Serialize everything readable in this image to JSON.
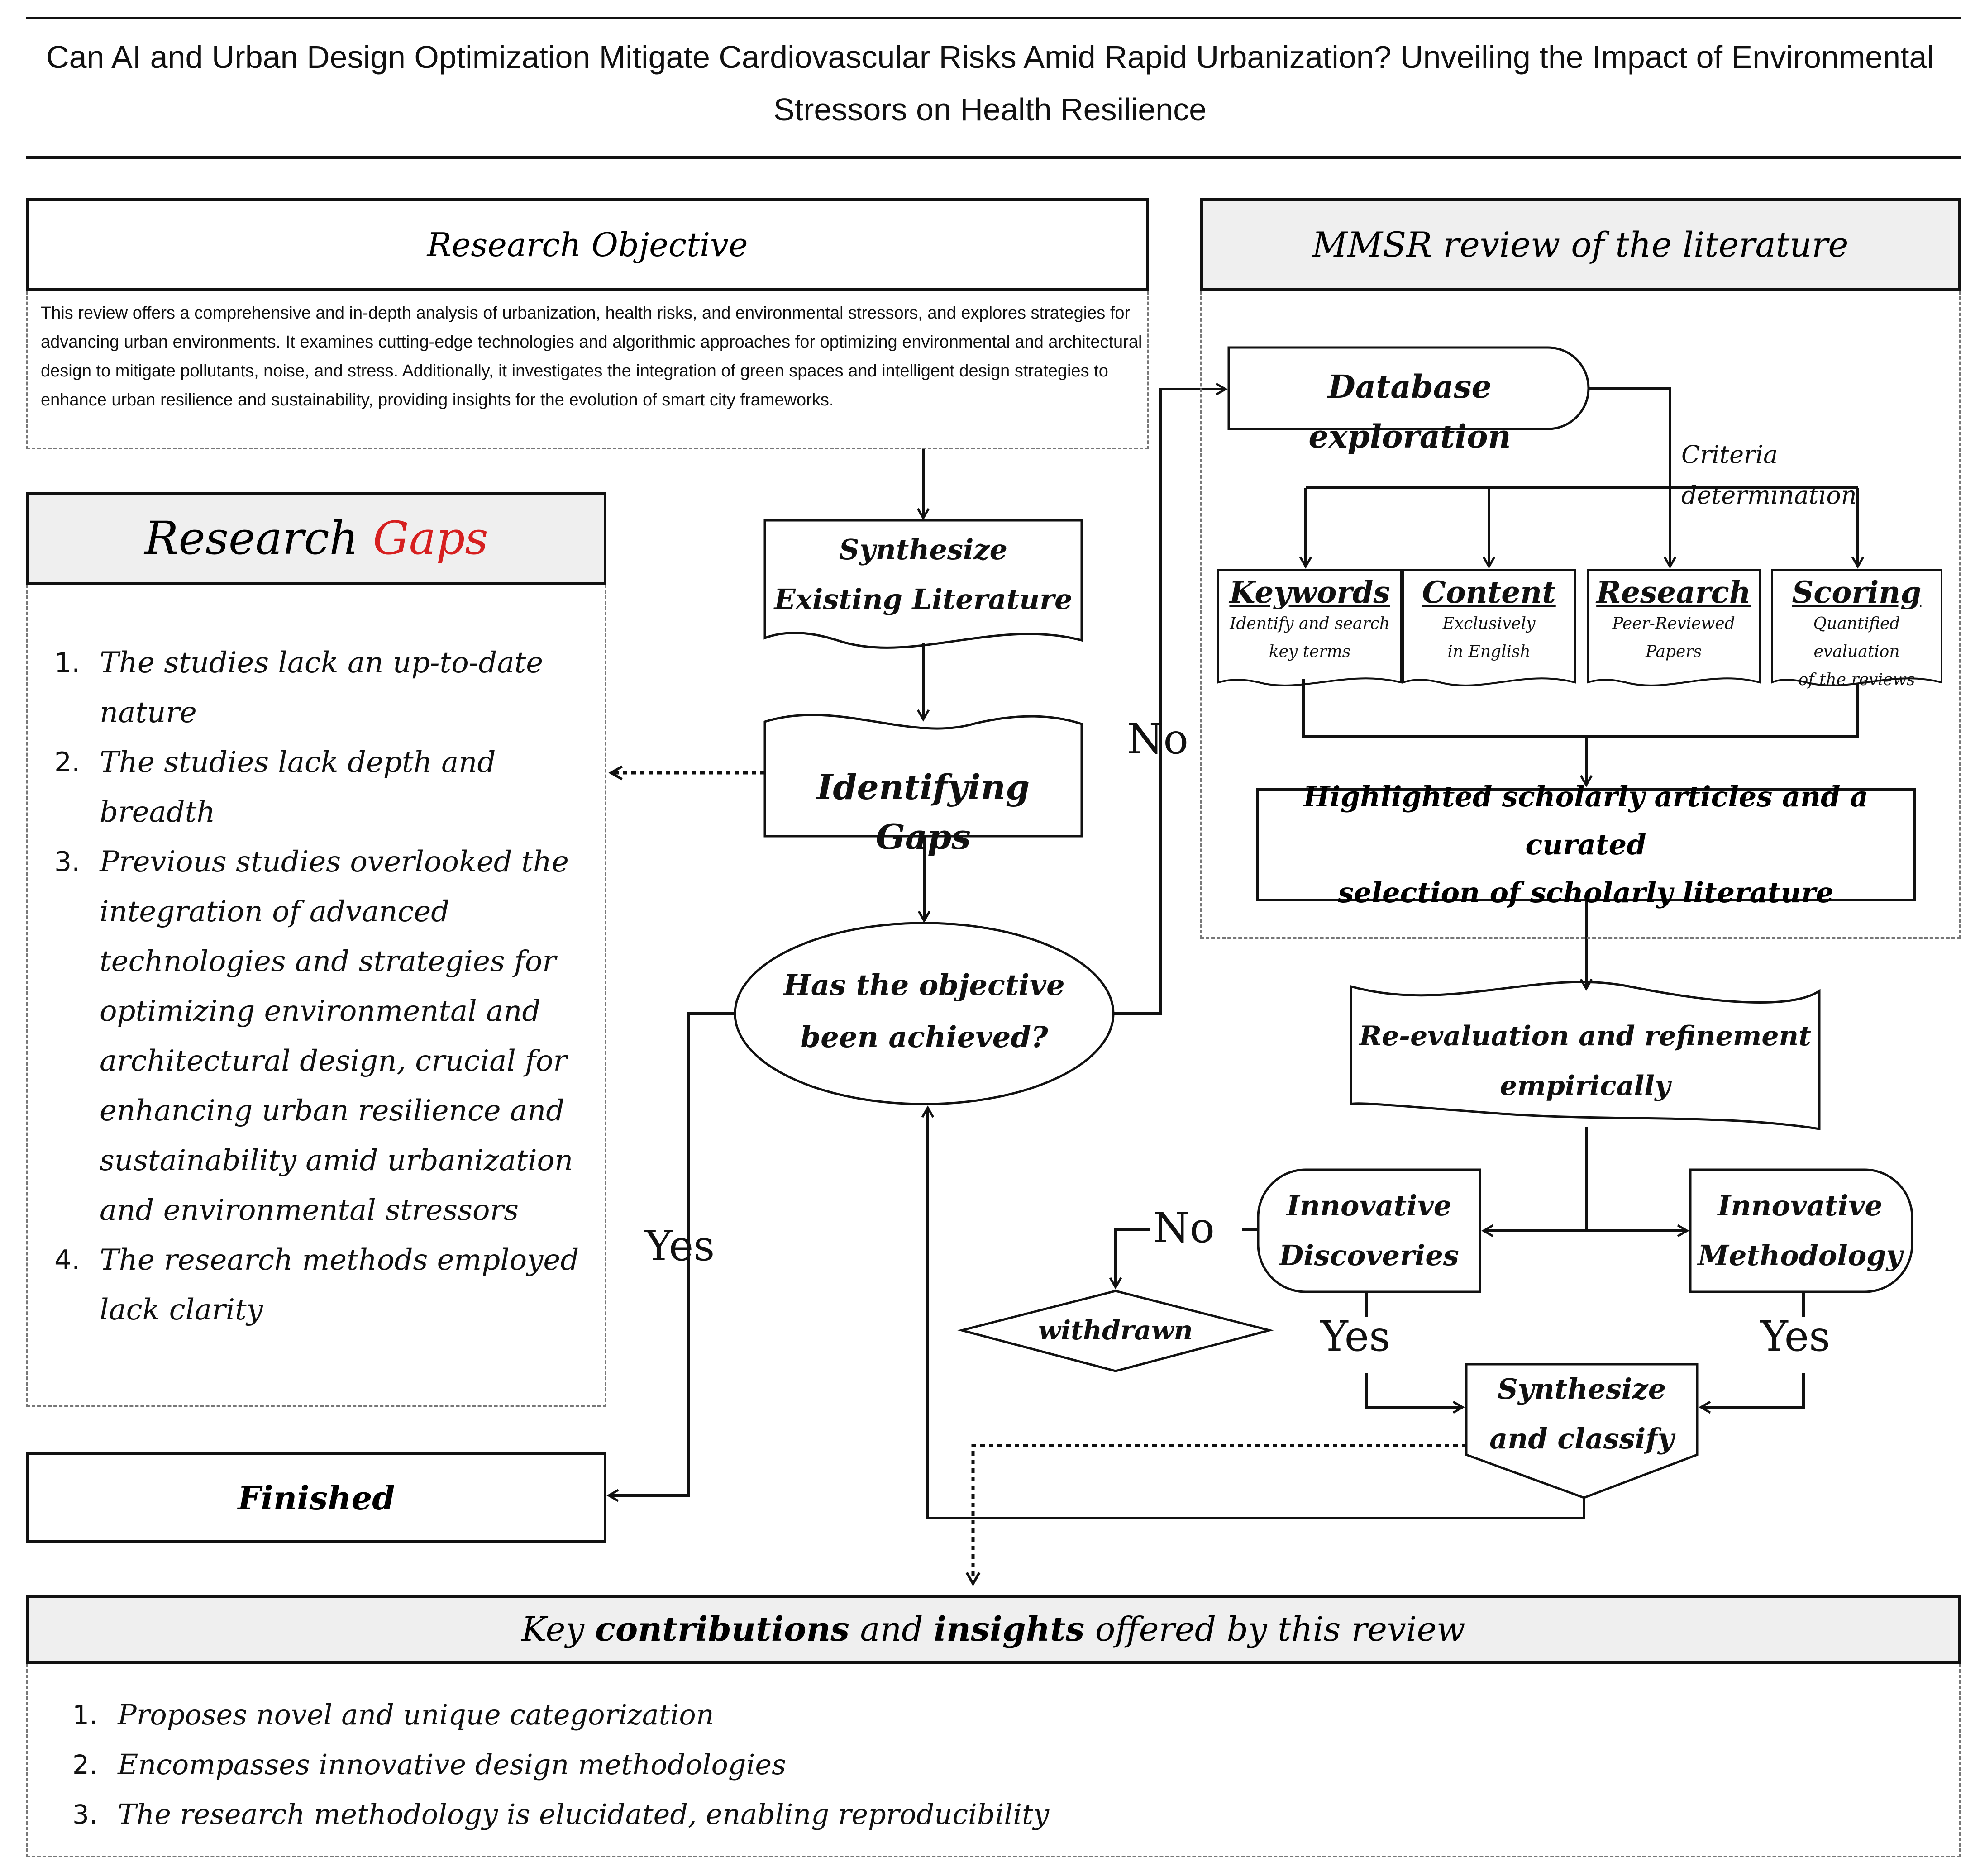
{
  "title": "Can AI and Urban Design Optimization Mitigate Cardiovascular Risks Amid Rapid Urbanization? Unveiling the Impact of Environmental Stressors on Health Resilience",
  "research_objective": {
    "heading": "Research Objective",
    "text": "This review offers a comprehensive and in-depth analysis of urbanization, health risks, and environmental stressors, and explores strategies for advancing urban environments. It examines cutting-edge technologies and algorithmic approaches for optimizing environmental and architectural design to mitigate pollutants, noise, and stress. Additionally, it investigates the integration of green spaces and intelligent design strategies to enhance urban resilience and sustainability, providing insights for the evolution of smart city frameworks."
  },
  "research_gaps": {
    "heading_part1": "Research",
    "heading_part2": "Gaps",
    "heading_part2_color": "#d62020",
    "items": [
      "The studies lack an up-to-date nature",
      "The studies lack depth and breadth",
      "Previous studies overlooked the integration of advanced technologies and strategies for optimizing environmental and architectural design, crucial for enhancing urban resilience and sustainability amid urbanization and environmental stressors",
      "The research methods employed lack clarity"
    ]
  },
  "finished": "Finished",
  "flow": {
    "synthesize_line1": "Synthesize",
    "synthesize_line2": "Existing Literature",
    "identifying_gaps": "Identifying Gaps",
    "decision_line1": "Has the objective",
    "decision_line2": "been achieved?",
    "yes": "Yes",
    "no": "No"
  },
  "mmsr": {
    "heading": "MMSR review of the literature",
    "database": "Database exploration",
    "criteria": "Criteria determination",
    "criteria_items": [
      {
        "title": "Keywords",
        "sub1": "Identify and search",
        "sub2": "key terms"
      },
      {
        "title": "Content",
        "sub1": "Exclusively",
        "sub2": "in English"
      },
      {
        "title": "Research",
        "sub1": "Peer-Reviewed",
        "sub2": "Papers"
      },
      {
        "title": "Scoring",
        "sub1": "Quantified evaluation",
        "sub2": "of the reviews"
      }
    ],
    "highlighted_line1": "Highlighted scholarly articles and a curated",
    "highlighted_line2": "selection of scholarly literature"
  },
  "reeval_line1": "Re-evaluation and refinement",
  "reeval_line2": "empirically",
  "innov_disc_line1": "Innovative",
  "innov_disc_line2": "Discoveries",
  "innov_meth_line1": "Innovative",
  "innov_meth_line2": "Methodology",
  "withdrawn": "withdrawn",
  "synth_classify_line1": "Synthesize",
  "synth_classify_line2": "and classify",
  "branch_no": "No",
  "branch_yes_left": "Yes",
  "branch_yes_right": "Yes",
  "contributions": {
    "heading_pre": "Key",
    "heading_b1": "contributions",
    "heading_mid": "and",
    "heading_b2": "insights",
    "heading_post": "offered by this review",
    "items": [
      "Proposes novel and unique categorization",
      "Encompasses innovative design methodologies",
      "The research methodology is elucidated, enabling reproducibility"
    ]
  }
}
